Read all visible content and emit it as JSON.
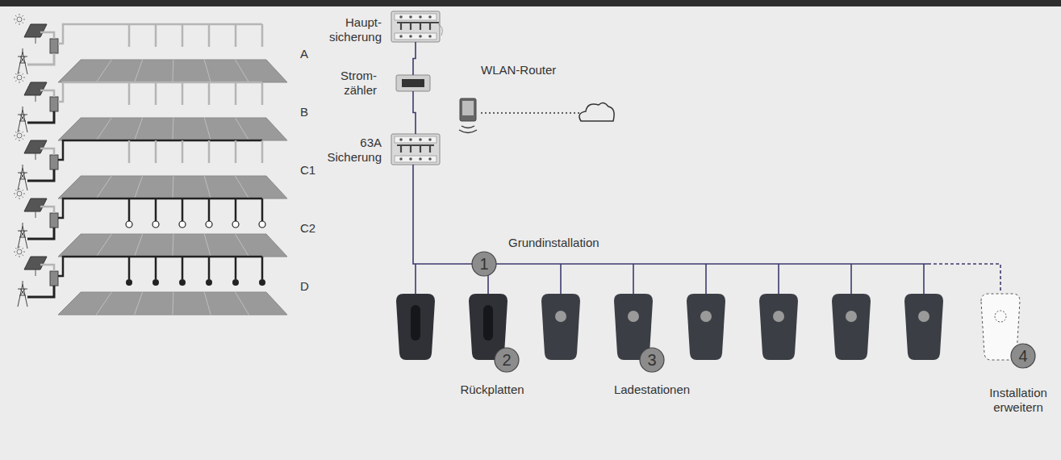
{
  "diagram": {
    "nodes": [
      {
        "text": [
          "Haupt- sicherung"
        ]
      },
      {
        "text": [
          "Strom- zähler"
        ]
      },
      {
        "text": [
          "WLAN-Router"
        ]
      },
      {
        "text": [
          "63A Sicherung"
        ]
      }
    ],
    "edges": [
      {
        "from": 0,
        "to": 1,
        "arrow": "none"
      },
      {
        "from": 1,
        "to": 3,
        "arrow": "none"
      }
    ],
    "labels": [
      "A",
      "B",
      "C1",
      "C2",
      "D",
      "Grundinstallation",
      "1",
      "2",
      "Rückplatten",
      "3",
      "Ladestationen",
      "4",
      "Installation erweitern"
    ]
  }
}
